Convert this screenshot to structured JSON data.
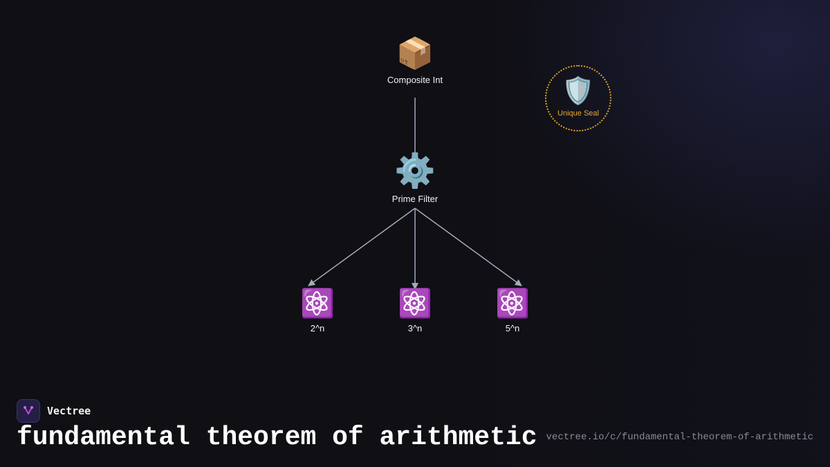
{
  "diagram": {
    "nodes": {
      "composite": {
        "icon": "📦",
        "icon_name": "package-icon",
        "label": "Composite Int"
      },
      "filter": {
        "icon": "⚙️",
        "icon_name": "gear-icon",
        "label": "Prime Filter"
      },
      "p2": {
        "icon": "⚛️",
        "icon_name": "atom-icon",
        "label": "2^n"
      },
      "p3": {
        "icon": "⚛️",
        "icon_name": "atom-icon",
        "label": "3^n"
      },
      "p5": {
        "icon": "⚛️",
        "icon_name": "atom-icon",
        "label": "5^n"
      }
    },
    "edges": [
      {
        "from": "composite",
        "to": "filter"
      },
      {
        "from": "filter",
        "to": "p2"
      },
      {
        "from": "filter",
        "to": "p3"
      },
      {
        "from": "filter",
        "to": "p5"
      }
    ],
    "seal": {
      "icon": "🛡️",
      "icon_name": "shield-icon",
      "label": "Unique Seal"
    }
  },
  "colors": {
    "background": "#0f0f14",
    "edge": "#a3abbd",
    "seal_accent": "#e0a526",
    "brand_accent": "#b14fd6"
  },
  "footer": {
    "brand": "Vectree",
    "title": "fundamental theorem of arithmetic",
    "url": "vectree.io/c/fundamental-theorem-of-arithmetic"
  }
}
